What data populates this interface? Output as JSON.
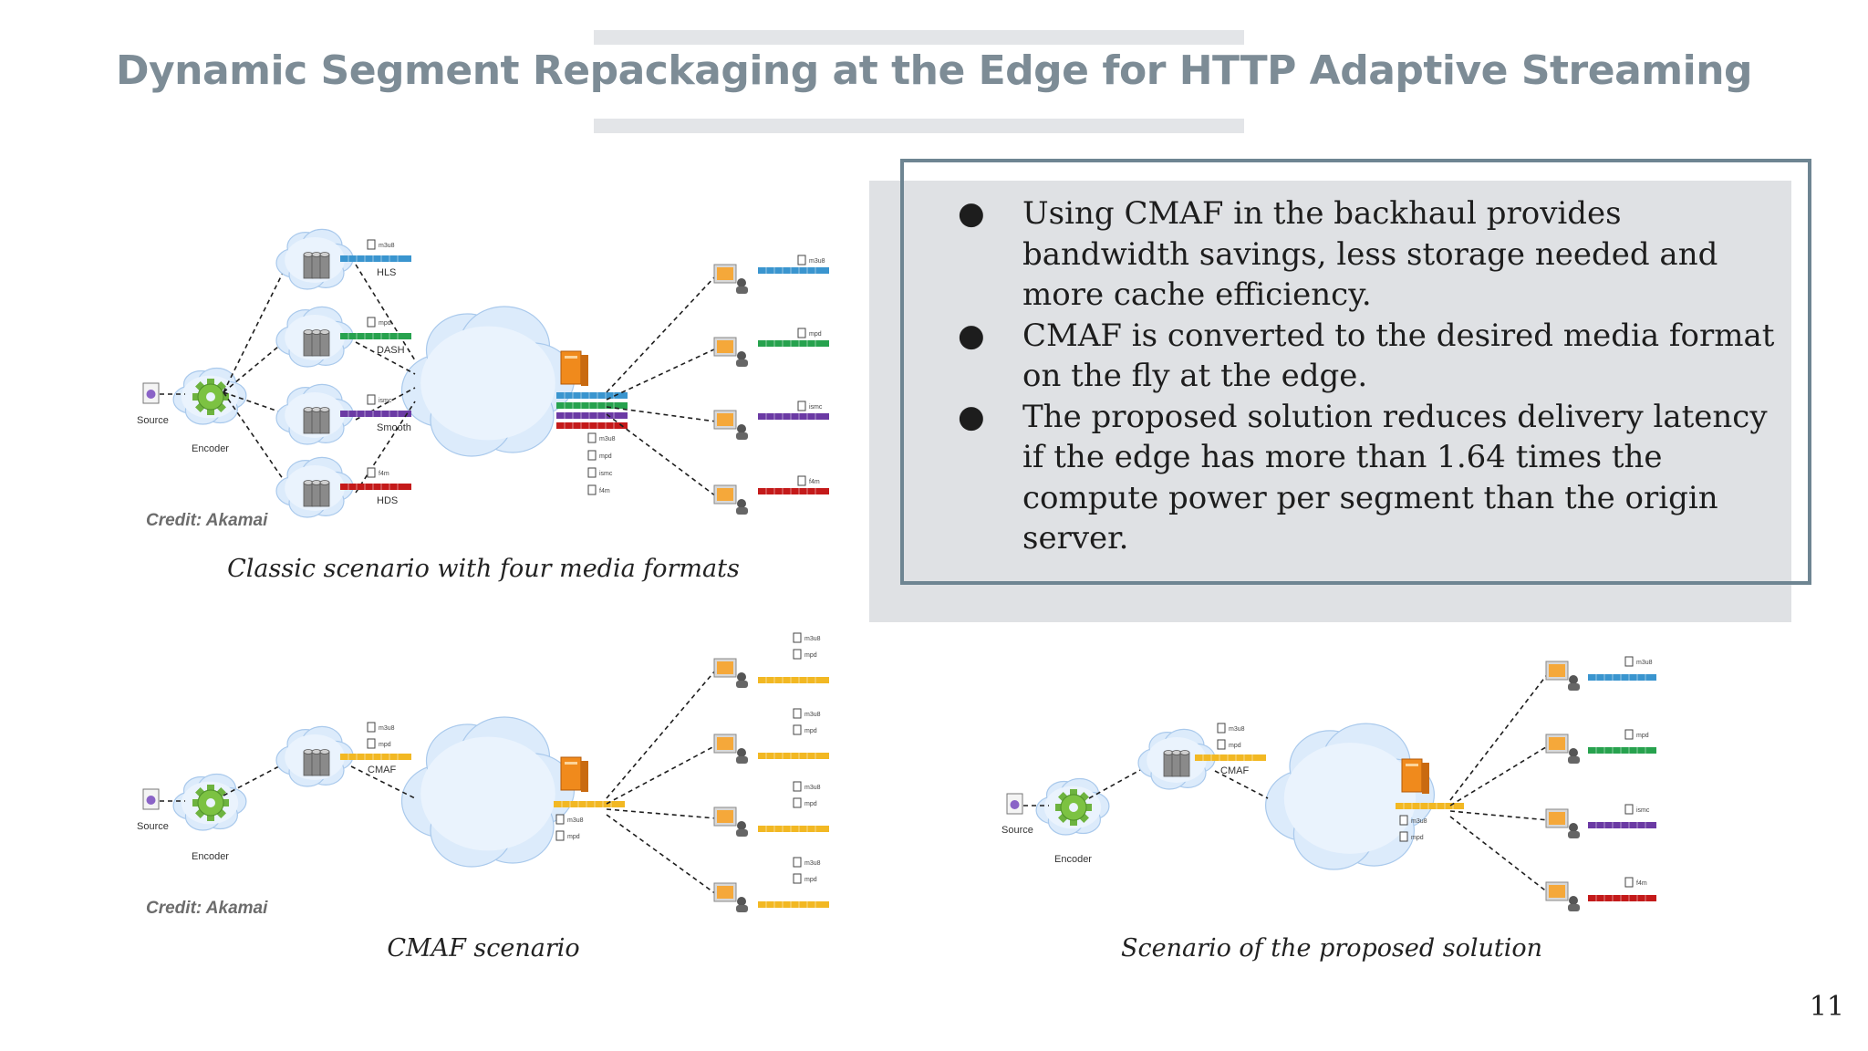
{
  "slide": {
    "title": "Dynamic Segment Repackaging at the Edge for HTTP Adaptive Streaming",
    "page_number": "11"
  },
  "bullets": [
    "Using CMAF in the backhaul provides bandwidth savings, less storage needed and more cache efficiency.",
    "CMAF is converted to the desired media format on the fly at the edge.",
    "The proposed solution reduces delivery latency if the edge has more than 1.64 times the compute power per segment than the origin server."
  ],
  "bullet_marker": "●",
  "diagrams": {
    "classic": {
      "caption": "Classic scenario with four media formats",
      "credit": "Credit: Akamai",
      "source_label": "Source",
      "encoder_label": "Encoder",
      "origin_formats": [
        {
          "file": "m3u8",
          "name": "HLS",
          "color": "#3a95cf"
        },
        {
          "file": "mpd",
          "name": "DASH",
          "color": "#27a24e"
        },
        {
          "file": "ismc",
          "name": "Smooth",
          "color": "#6b3aa4"
        },
        {
          "file": "f4m",
          "name": "HDS",
          "color": "#c41a1a"
        }
      ],
      "edge_files": [
        "m3u8",
        "mpd",
        "ismc",
        "f4m"
      ],
      "client_files": [
        "m3u8",
        "mpd",
        "ismc",
        "f4m"
      ]
    },
    "cmaf": {
      "caption": "CMAF scenario",
      "credit": "Credit: Akamai",
      "source_label": "Source",
      "encoder_label": "Encoder",
      "origin_files": [
        "m3u8",
        "mpd"
      ],
      "origin_format": "CMAF",
      "edge_files": [
        "m3u8",
        "mpd"
      ],
      "client_files": [
        "m3u8",
        "mpd"
      ]
    },
    "proposed": {
      "caption": "Scenario of the proposed solution",
      "source_label": "Source",
      "encoder_label": "Encoder",
      "origin_files": [
        "m3u8",
        "mpd"
      ],
      "origin_format": "CMAF",
      "edge_files": [
        "m3u8",
        "mpd"
      ],
      "client_files": [
        "m3u8",
        "mpd",
        "ismc",
        "f4m"
      ]
    }
  },
  "colors": {
    "hls": "#3a95cf",
    "dash": "#27a24e",
    "smooth": "#6b3aa4",
    "hds": "#c41a1a",
    "cmaf": "#f2b823",
    "frame_border": "#6e8592",
    "title": "#7d8c96"
  }
}
